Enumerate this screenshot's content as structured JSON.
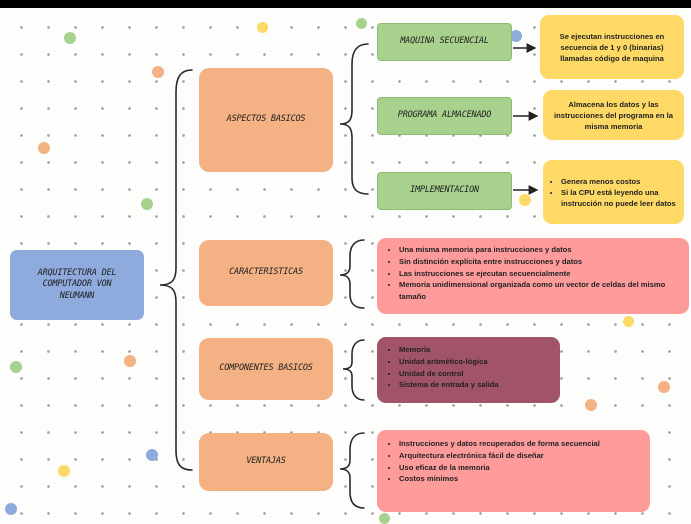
{
  "root": {
    "title": "ARQUITECTURA DEL COMPUTADOR VON NEUMANN"
  },
  "categories": {
    "aspectos": {
      "title": "ASPECTOS BASICOS"
    },
    "caracteristicas": {
      "title": "CARACTERISTICAS"
    },
    "componentes": {
      "title": "COMPONENTES BASICOS"
    },
    "ventajas": {
      "title": "VENTAJAS"
    }
  },
  "aspectos_items": {
    "maquina": {
      "title": "MAQUINA SECUENCIAL",
      "description": "Se ejecutan instrucciones en secuencia de 1 y 0 (binarias) llamadas código de maquina"
    },
    "programa": {
      "title": "PROGRAMA ALMACENADO",
      "description": "Almacena los datos y las instrucciones del programa en la misma memoria"
    },
    "implementacion": {
      "title": "IMPLEMENTACION",
      "bullets": [
        "Genera menos costos",
        "Si la CPU está leyendo una instrucción no puede leer datos"
      ]
    }
  },
  "caracteristicas_list": [
    "Una misma memoria para instrucciones y datos",
    "Sin distinción explícita entre instrucciones y datos",
    "Las instrucciones se ejecutan secuencialmente",
    "Memoria unidimensional organizada como un vector de celdas del mismo tamaño"
  ],
  "componentes_list": [
    "Memoria",
    "Unidad aritmético-lógica",
    "Unidad de control",
    "Sistema de entrada y salida"
  ],
  "ventajas_list": [
    "Instrucciones y datos recuperados de forma secuencial",
    "Arquitectura electrónica fácil de diseñar",
    "Uso eficaz de la memoria",
    "Costos mínimos"
  ],
  "colors": {
    "root": "#8faadc",
    "category": "#f4b183",
    "sub": "#a9d18e",
    "info": "#ffd966",
    "pink": "#ff9b9b",
    "maroon": "#a15367"
  }
}
